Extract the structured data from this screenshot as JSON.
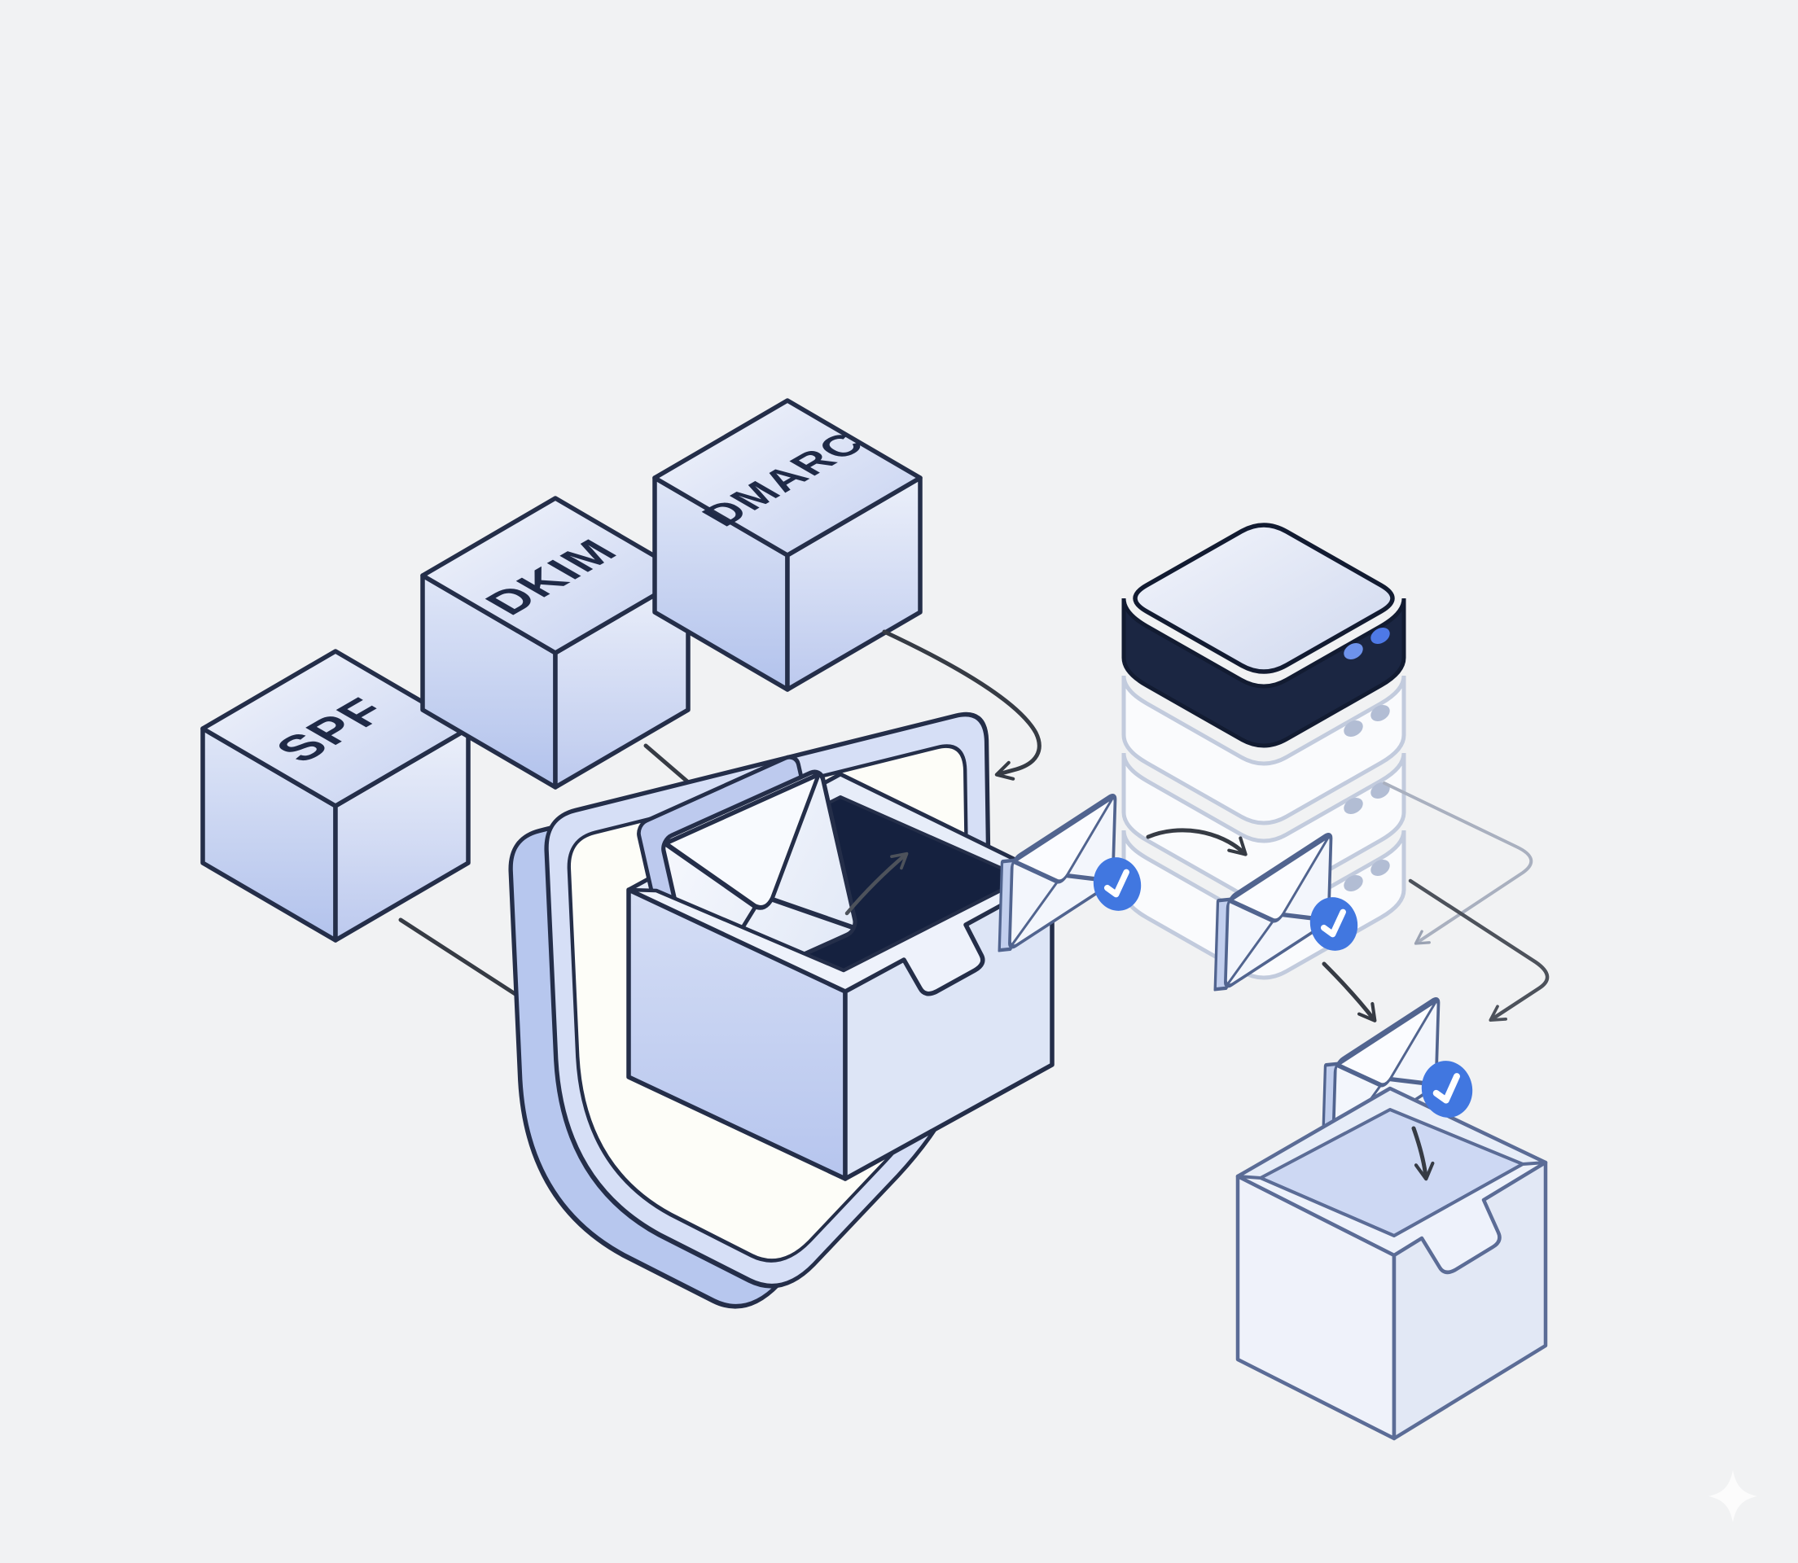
{
  "illustration": {
    "background_color": "#f1f2f3",
    "cubes": [
      {
        "id": "spf",
        "label": "SPF"
      },
      {
        "id": "dkim",
        "label": "DKIM"
      },
      {
        "id": "dmarc",
        "label": "DMARC"
      }
    ],
    "verified_badge_count": 3,
    "server_indicator_dots_per_unit": 2,
    "colors": {
      "background": "#f1f2f3",
      "outline_dark": "#242e49",
      "outline_slate": "#51648f",
      "inbox_outline": "#5b6c96",
      "cube_top": "#eef1fa",
      "cube_side": "#bcc9ee",
      "connector": "#d6def5",
      "shield_depth": "#b7c7ee",
      "shield_band": "#d6dff6",
      "shield_face": "#fdfdf8",
      "tray_front": "#c9d4f1",
      "tray_interior_dark": "#15213f",
      "envelope_face": "#f3f6fc",
      "server_top_unit": "#1b2642",
      "server_body": "#fafbfd",
      "server_led_blue": "#5c84e8",
      "server_dot_gray": "#b2bdd4",
      "badge_blue": "#4177e0",
      "badge_check": "#ffffff",
      "arrow_dark": "#363b44",
      "arrow_mid": "#4d525b",
      "arrow_gray": "#9aa2b2"
    },
    "icons": [
      "spf-cube-icon",
      "dkim-cube-icon",
      "dmarc-cube-icon",
      "chain-connector-icon",
      "shield-icon",
      "envelope-icon",
      "mail-tray-icon",
      "server-stack-icon",
      "verified-envelope-icon",
      "checkmark-badge-icon",
      "flow-arrow-icon",
      "inbox-box-icon",
      "sparkle-icon"
    ]
  }
}
